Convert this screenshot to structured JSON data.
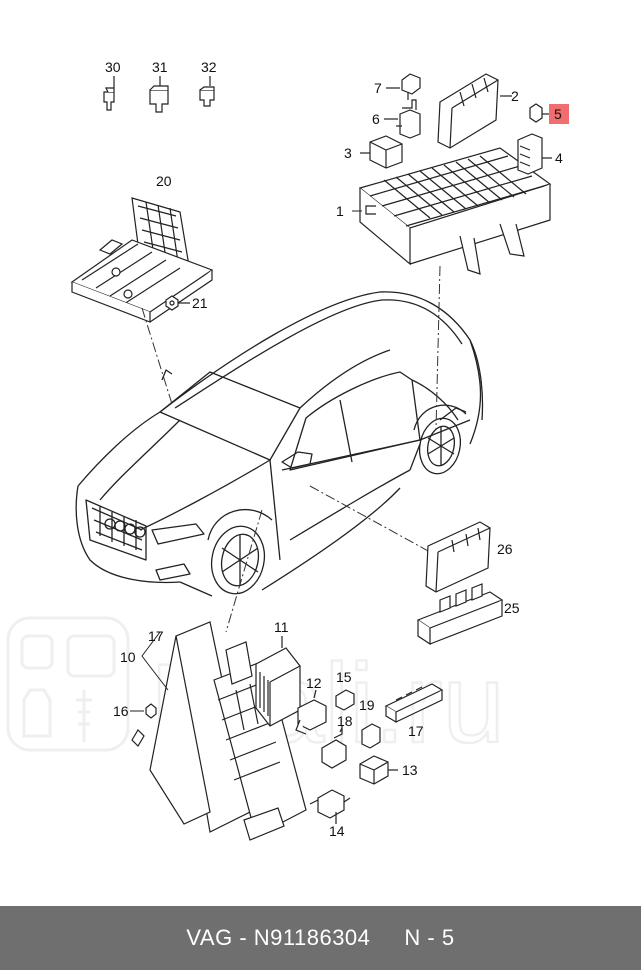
{
  "callouts": {
    "c1": "1",
    "c2": "2",
    "c3": "3",
    "c4": "4",
    "c5": "5",
    "c6": "6",
    "c7": "7",
    "c10": "10",
    "c11": "11",
    "c12": "12",
    "c13": "13",
    "c14": "14",
    "c15": "15",
    "c16": "16",
    "c17a": "17",
    "c17b": "17",
    "c18": "18",
    "c19": "19",
    "c20": "20",
    "c21": "21",
    "c25": "25",
    "c26": "26",
    "c30": "30",
    "c31": "31",
    "c32": "32"
  },
  "highlight_color": "#f26d6d",
  "watermark": "Prali.ru",
  "footer": {
    "part_number": "VAG - N91186304",
    "position": "N - 5"
  }
}
